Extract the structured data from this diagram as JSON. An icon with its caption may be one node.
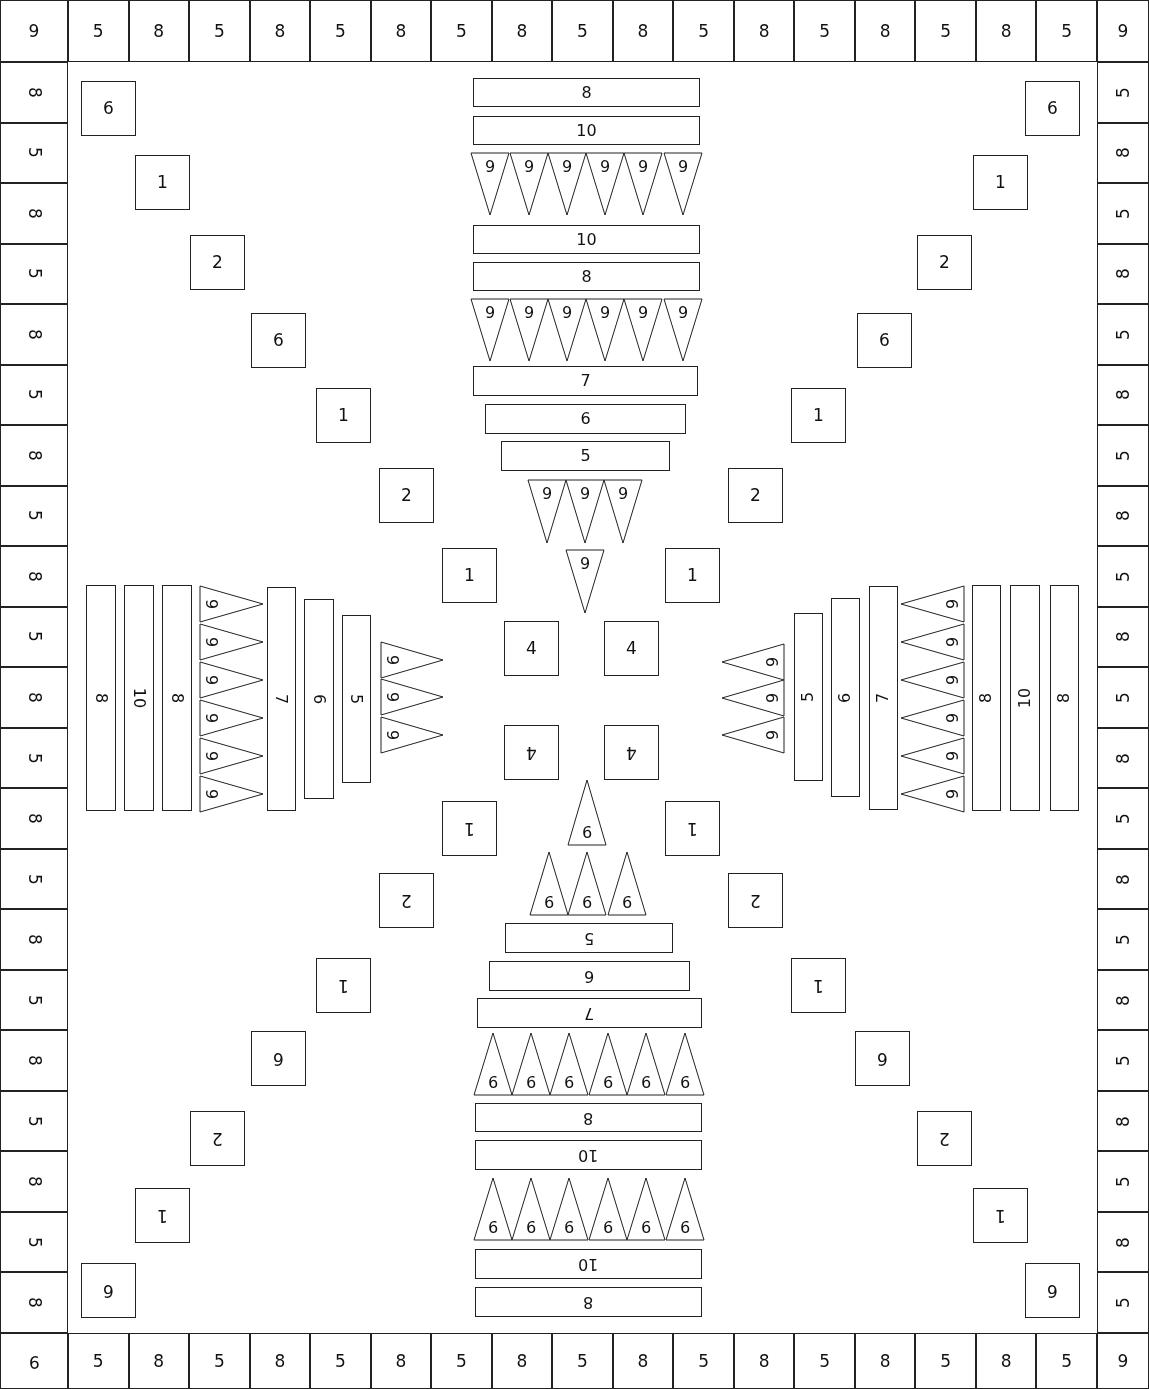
{
  "diagram": {
    "nodes": [
      {
        "text": [
          "9"
        ]
      },
      {
        "text": [
          "5"
        ]
      },
      {
        "text": [
          "8"
        ]
      },
      {
        "text": [
          "5"
        ]
      },
      {
        "text": [
          "8"
        ]
      },
      {
        "text": [
          "5"
        ]
      },
      {
        "text": [
          "8"
        ]
      },
      {
        "text": [
          "5"
        ]
      },
      {
        "text": [
          "8"
        ]
      },
      {
        "text": [
          "5"
        ]
      },
      {
        "text": [
          "8"
        ]
      },
      {
        "text": [
          "5"
        ]
      },
      {
        "text": [
          "8"
        ]
      },
      {
        "text": [
          "5"
        ]
      },
      {
        "text": [
          "8"
        ]
      },
      {
        "text": [
          "5"
        ]
      },
      {
        "text": [
          "8"
        ]
      },
      {
        "text": [
          "5"
        ]
      },
      {
        "text": [
          "9"
        ]
      },
      {
        "text": [
          "8"
        ]
      },
      {
        "text": [
          "5"
        ]
      },
      {
        "text": [
          "8"
        ]
      },
      {
        "text": [
          "5"
        ]
      },
      {
        "text": [
          "8"
        ]
      },
      {
        "text": [
          "5"
        ]
      },
      {
        "text": [
          "8"
        ]
      },
      {
        "text": [
          "5"
        ]
      },
      {
        "text": [
          "8"
        ]
      },
      {
        "text": [
          "5"
        ]
      },
      {
        "text": [
          "8"
        ]
      },
      {
        "text": [
          "5"
        ]
      },
      {
        "text": [
          "8"
        ]
      },
      {
        "text": [
          "5"
        ]
      },
      {
        "text": [
          "8"
        ]
      },
      {
        "text": [
          "5"
        ]
      },
      {
        "text": [
          "8"
        ]
      },
      {
        "text": [
          "5"
        ]
      },
      {
        "text": [
          "8"
        ]
      },
      {
        "text": [
          "5"
        ]
      },
      {
        "text": [
          "8"
        ]
      },
      {
        "text": [
          "5"
        ]
      },
      {
        "text": [
          "8"
        ]
      },
      {
        "text": [
          "5"
        ]
      },
      {
        "text": [
          "8"
        ]
      },
      {
        "text": [
          "5"
        ]
      },
      {
        "text": [
          "8"
        ]
      },
      {
        "text": [
          "5"
        ]
      },
      {
        "text": [
          "8"
        ]
      },
      {
        "text": [
          "5"
        ]
      },
      {
        "text": [
          "8"
        ]
      },
      {
        "text": [
          "5"
        ]
      },
      {
        "text": [
          "8"
        ]
      },
      {
        "text": [
          "5"
        ]
      },
      {
        "text": [
          "8"
        ]
      },
      {
        "text": [
          "5"
        ]
      },
      {
        "text": [
          "8"
        ]
      },
      {
        "text": [
          "5"
        ]
      },
      {
        "text": [
          "8"
        ]
      },
      {
        "text": [
          "5"
        ]
      },
      {
        "text": [
          "8"
        ]
      },
      {
        "text": [
          "5"
        ]
      },
      {
        "text": [
          "9"
        ]
      },
      {
        "text": [
          "5"
        ]
      },
      {
        "text": [
          "8"
        ]
      },
      {
        "text": [
          "5"
        ]
      },
      {
        "text": [
          "8"
        ]
      },
      {
        "text": [
          "5"
        ]
      },
      {
        "text": [
          "8"
        ]
      },
      {
        "text": [
          "5"
        ]
      },
      {
        "text": [
          "8"
        ]
      },
      {
        "text": [
          "5"
        ]
      },
      {
        "text": [
          "8"
        ]
      },
      {
        "text": [
          "5"
        ]
      },
      {
        "text": [
          "8"
        ]
      },
      {
        "text": [
          "5"
        ]
      },
      {
        "text": [
          "8"
        ]
      },
      {
        "text": [
          "5"
        ]
      },
      {
        "text": [
          "8"
        ]
      },
      {
        "text": [
          "5"
        ]
      },
      {
        "text": [
          "9"
        ]
      },
      {
        "text": [
          "6"
        ]
      },
      {
        "text": [
          "1"
        ]
      },
      {
        "text": [
          "2"
        ]
      },
      {
        "text": [
          "6"
        ]
      },
      {
        "text": [
          "1"
        ]
      },
      {
        "text": [
          "2"
        ]
      },
      {
        "text": [
          "1"
        ]
      },
      {
        "text": [
          "6"
        ]
      },
      {
        "text": [
          "1"
        ]
      },
      {
        "text": [
          "2"
        ]
      },
      {
        "text": [
          "6"
        ]
      },
      {
        "text": [
          "1"
        ]
      },
      {
        "text": [
          "2"
        ]
      },
      {
        "text": [
          "1"
        ]
      },
      {
        "text": [
          "8"
        ]
      },
      {
        "text": [
          "10"
        ]
      },
      {
        "text": [
          "9"
        ]
      },
      {
        "text": [
          "9"
        ]
      },
      {
        "text": [
          "9"
        ]
      },
      {
        "text": [
          "9"
        ]
      },
      {
        "text": [
          "9"
        ]
      },
      {
        "text": [
          "9"
        ]
      },
      {
        "text": [
          "10"
        ]
      },
      {
        "text": [
          "8"
        ]
      },
      {
        "text": [
          "9"
        ]
      },
      {
        "text": [
          "9"
        ]
      },
      {
        "text": [
          "9"
        ]
      },
      {
        "text": [
          "9"
        ]
      },
      {
        "text": [
          "9"
        ]
      },
      {
        "text": [
          "9"
        ]
      },
      {
        "text": [
          "7"
        ]
      },
      {
        "text": [
          "6"
        ]
      },
      {
        "text": [
          "5"
        ]
      },
      {
        "text": [
          "9"
        ]
      },
      {
        "text": [
          "9"
        ]
      },
      {
        "text": [
          "9"
        ]
      },
      {
        "text": [
          "9"
        ]
      },
      {
        "text": [
          "8"
        ]
      },
      {
        "text": [
          "10"
        ]
      },
      {
        "text": [
          "8"
        ]
      },
      {
        "text": [
          "9"
        ]
      },
      {
        "text": [
          "9"
        ]
      },
      {
        "text": [
          "9"
        ]
      },
      {
        "text": [
          "9"
        ]
      },
      {
        "text": [
          "9"
        ]
      },
      {
        "text": [
          "9"
        ]
      },
      {
        "text": [
          "7"
        ]
      },
      {
        "text": [
          "6"
        ]
      },
      {
        "text": [
          "5"
        ]
      },
      {
        "text": [
          "9"
        ]
      },
      {
        "text": [
          "9"
        ]
      },
      {
        "text": [
          "9"
        ]
      },
      {
        "text": [
          "9"
        ]
      },
      {
        "text": [
          "9"
        ]
      },
      {
        "text": [
          "9"
        ]
      },
      {
        "text": [
          "5"
        ]
      },
      {
        "text": [
          "6"
        ]
      },
      {
        "text": [
          "7"
        ]
      },
      {
        "text": [
          "9"
        ]
      },
      {
        "text": [
          "9"
        ]
      },
      {
        "text": [
          "9"
        ]
      },
      {
        "text": [
          "9"
        ]
      },
      {
        "text": [
          "9"
        ]
      },
      {
        "text": [
          "9"
        ]
      },
      {
        "text": [
          "8"
        ]
      },
      {
        "text": [
          "10"
        ]
      },
      {
        "text": [
          "8"
        ]
      },
      {
        "text": [
          "4"
        ]
      },
      {
        "text": [
          "4"
        ]
      },
      {
        "text": [
          "4"
        ]
      },
      {
        "text": [
          "4"
        ]
      },
      {
        "text": [
          "9"
        ]
      },
      {
        "text": [
          "9"
        ]
      },
      {
        "text": [
          "9"
        ]
      },
      {
        "text": [
          "9"
        ]
      },
      {
        "text": [
          "5"
        ]
      },
      {
        "text": [
          "6"
        ]
      },
      {
        "text": [
          "7"
        ]
      },
      {
        "text": [
          "9"
        ]
      },
      {
        "text": [
          "9"
        ]
      },
      {
        "text": [
          "9"
        ]
      },
      {
        "text": [
          "9"
        ]
      },
      {
        "text": [
          "9"
        ]
      },
      {
        "text": [
          "9"
        ]
      },
      {
        "text": [
          "8"
        ]
      },
      {
        "text": [
          "10"
        ]
      },
      {
        "text": [
          "9"
        ]
      },
      {
        "text": [
          "9"
        ]
      },
      {
        "text": [
          "9"
        ]
      },
      {
        "text": [
          "9"
        ]
      },
      {
        "text": [
          "9"
        ]
      },
      {
        "text": [
          "9"
        ]
      },
      {
        "text": [
          "10"
        ]
      },
      {
        "text": [
          "8"
        ]
      },
      {
        "text": [
          "1"
        ]
      },
      {
        "text": [
          "2"
        ]
      },
      {
        "text": [
          "1"
        ]
      },
      {
        "text": [
          "6"
        ]
      },
      {
        "text": [
          "2"
        ]
      },
      {
        "text": [
          "1"
        ]
      },
      {
        "text": [
          "6"
        ]
      },
      {
        "text": [
          "1"
        ]
      },
      {
        "text": [
          "2"
        ]
      },
      {
        "text": [
          "1"
        ]
      },
      {
        "text": [
          "6"
        ]
      },
      {
        "text": [
          "2"
        ]
      },
      {
        "text": [
          "1"
        ]
      },
      {
        "text": [
          "6"
        ]
      }
    ]
  }
}
